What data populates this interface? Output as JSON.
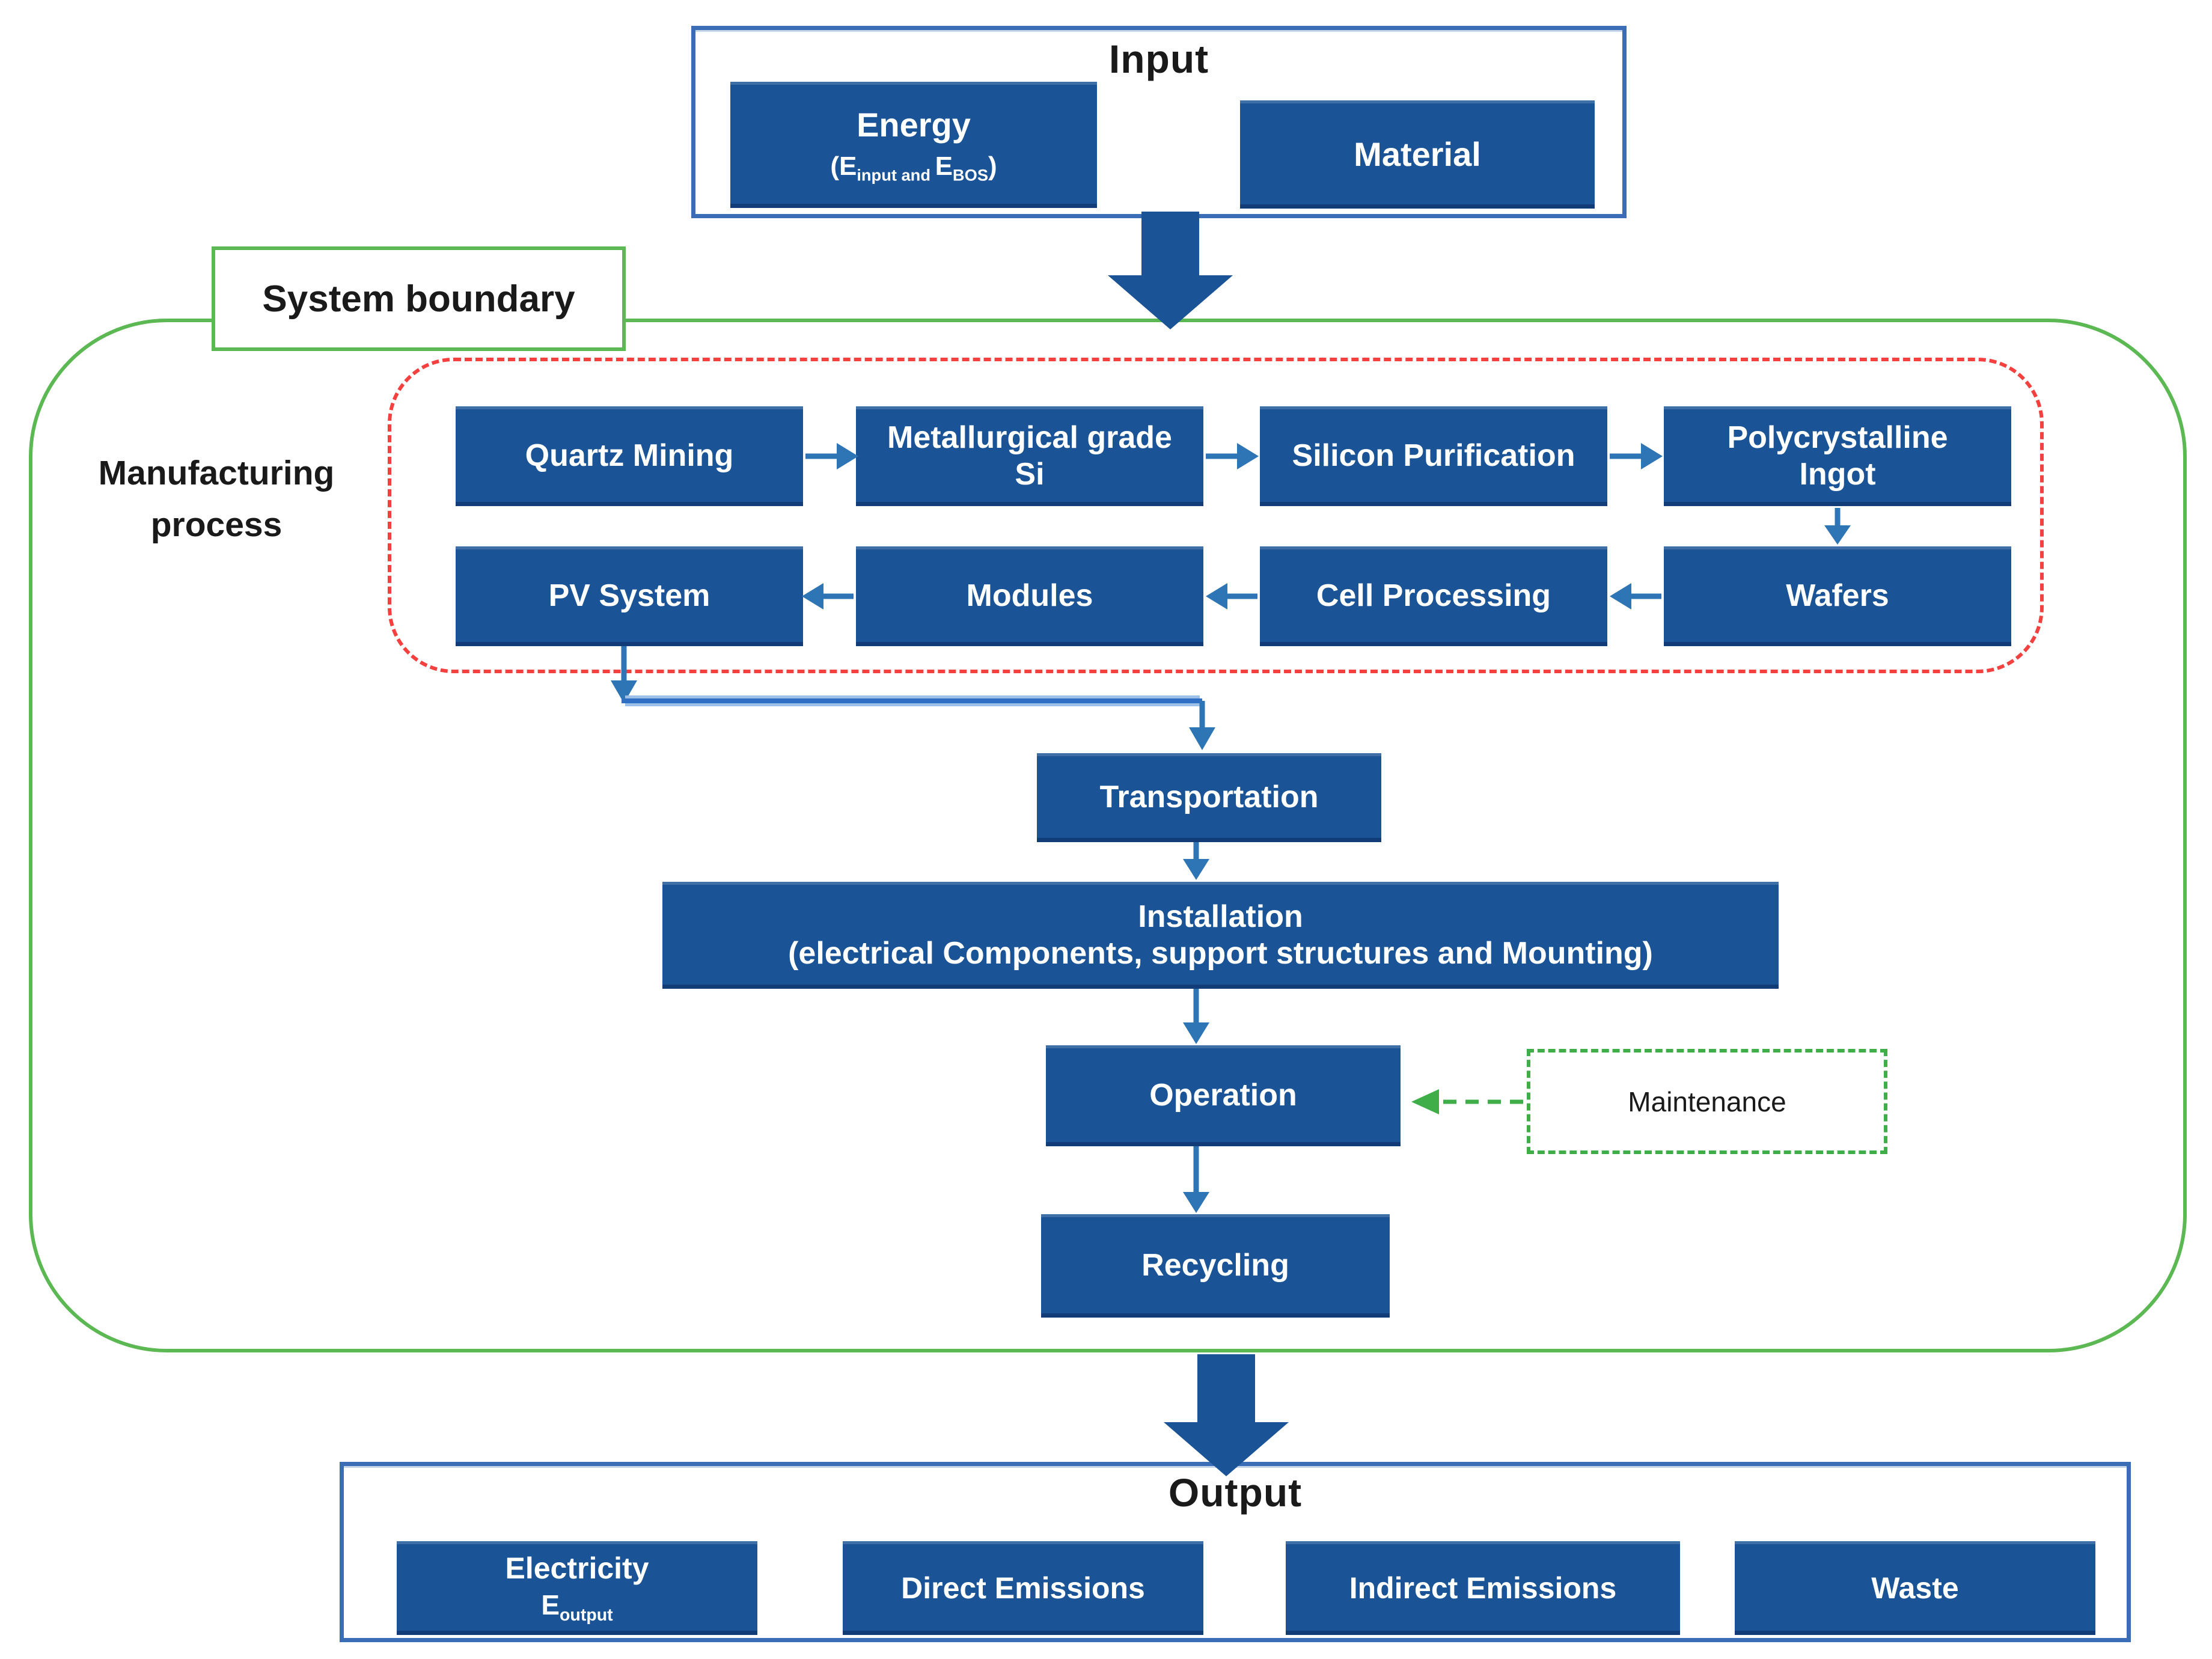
{
  "input": {
    "title": "Input",
    "energy_label": "Energy",
    "energy_formula": {
      "open": "(E",
      "sub1": "input and ",
      "mid": "E",
      "sub2": "BOS",
      "close": ")"
    },
    "material_label": "Material"
  },
  "system_boundary_label": "System boundary",
  "manufacturing_label": {
    "line1": "Manufacturing",
    "line2": "process"
  },
  "manufacturing": {
    "row1": [
      "Quartz Mining",
      "Metallurgical grade Si",
      "Silicon Purification",
      "Polycrystalline Ingot"
    ],
    "row2": [
      "PV System",
      "Modules",
      "Cell Processing",
      "Wafers"
    ]
  },
  "lifecycle": {
    "transportation": "Transportation",
    "installation_line1": "Installation",
    "installation_line2": "(electrical Components, support structures and Mounting)",
    "operation": "Operation",
    "maintenance": "Maintenance",
    "recycling": "Recycling"
  },
  "output": {
    "title": "Output",
    "electricity_label": "Electricity",
    "electricity_formula": {
      "base": "E",
      "sub": "output"
    },
    "direct": "Direct Emissions",
    "indirect": "Indirect Emissions",
    "waste": "Waste"
  },
  "colors": {
    "process_box_fill": "#1a5496",
    "process_box_text": "#ffffff",
    "connector_blue": "#2e75b6",
    "boundary_green": "#5cb852",
    "maintenance_green": "#3fae49",
    "manufacturing_dashed_red": "#f54040",
    "container_border_blue": "#3a6db5",
    "label_text": "#1a1a1a"
  }
}
